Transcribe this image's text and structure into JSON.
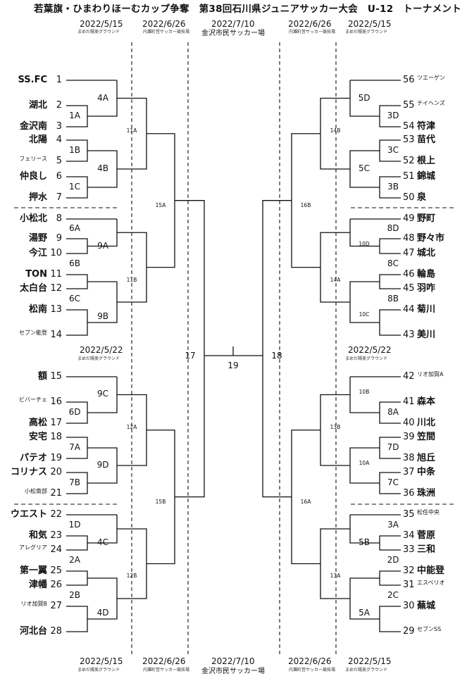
{
  "title": "若葉旗・ひまわりほーむカップ争奪　第38回石川県ジュニアサッカー大会　U-12　トーナメント",
  "header": {
    "top": [
      {
        "date": "2022/5/15",
        "venue": "まめだ陽美グラウンド"
      },
      {
        "date": "2022/6/26",
        "venue": "内灘町営サッカー競技場"
      },
      {
        "date": "2022/7/10",
        "venue": "金沢市民サッカー場"
      },
      {
        "date": "2022/6/26",
        "venue": "内灘町営サッカー競技場"
      },
      {
        "date": "2022/5/15",
        "venue": "まめだ陽美グラウンド"
      }
    ],
    "mid": [
      {
        "date": "2022/5/22",
        "venue": "まめだ陽美グラウンド"
      },
      {
        "date": "2022/5/22",
        "venue": "まめだ陽美グラウンド"
      }
    ],
    "bottom": [
      {
        "date": "2022/5/15",
        "venue": "まめだ陽美グラウンド"
      },
      {
        "date": "2022/6/26",
        "venue": "内灘町営サッカー競技場"
      },
      {
        "date": "2022/7/10",
        "venue": "金沢市民サッカー場"
      },
      {
        "date": "2022/6/26",
        "venue": "内灘町営サッカー競技場"
      },
      {
        "date": "2022/5/15",
        "venue": "まめだ陽美グラウンド"
      }
    ]
  },
  "left_teams": [
    {
      "num": "1",
      "name": "SS.FC"
    },
    {
      "num": "2",
      "name": "湖北"
    },
    {
      "num": "3",
      "name": "金沢南"
    },
    {
      "num": "4",
      "name": "北陽"
    },
    {
      "num": "5",
      "name": "フェリース"
    },
    {
      "num": "6",
      "name": "仲良し"
    },
    {
      "num": "7",
      "name": "押水"
    },
    {
      "num": "8",
      "name": "小松北"
    },
    {
      "num": "9",
      "name": "湯野"
    },
    {
      "num": "10",
      "name": "今江"
    },
    {
      "num": "11",
      "name": "TON"
    },
    {
      "num": "12",
      "name": "太白台"
    },
    {
      "num": "13",
      "name": "松南"
    },
    {
      "num": "14",
      "name": "セブン能登"
    },
    {
      "num": "15",
      "name": "額"
    },
    {
      "num": "16",
      "name": "ビバーチェ"
    },
    {
      "num": "17",
      "name": "高松"
    },
    {
      "num": "18",
      "name": "安宅"
    },
    {
      "num": "19",
      "name": "パテオ"
    },
    {
      "num": "20",
      "name": "コリナス"
    },
    {
      "num": "21",
      "name": "小松南部"
    },
    {
      "num": "22",
      "name": "ウエスト"
    },
    {
      "num": "23",
      "name": "和気"
    },
    {
      "num": "24",
      "name": "アレグリア"
    },
    {
      "num": "25",
      "name": "第一翼"
    },
    {
      "num": "26",
      "name": "津幡"
    },
    {
      "num": "27",
      "name": "リオ加賀B"
    },
    {
      "num": "28",
      "name": "河北台"
    }
  ],
  "right_teams": [
    {
      "num": "56",
      "name": "ツエーゲン"
    },
    {
      "num": "55",
      "name": "テイヘンズ"
    },
    {
      "num": "54",
      "name": "符津"
    },
    {
      "num": "53",
      "name": "苗代"
    },
    {
      "num": "52",
      "name": "根上"
    },
    {
      "num": "51",
      "name": "錦城"
    },
    {
      "num": "50",
      "name": "泉"
    },
    {
      "num": "49",
      "name": "野町"
    },
    {
      "num": "48",
      "name": "野々市"
    },
    {
      "num": "47",
      "name": "城北"
    },
    {
      "num": "46",
      "name": "輪島"
    },
    {
      "num": "45",
      "name": "羽咋"
    },
    {
      "num": "44",
      "name": "菊川"
    },
    {
      "num": "43",
      "name": "美川"
    },
    {
      "num": "42",
      "name": "リオ加賀A"
    },
    {
      "num": "41",
      "name": "森本"
    },
    {
      "num": "40",
      "name": "川北"
    },
    {
      "num": "39",
      "name": "笠間"
    },
    {
      "num": "38",
      "name": "旭丘"
    },
    {
      "num": "37",
      "name": "中条"
    },
    {
      "num": "36",
      "name": "珠洲"
    },
    {
      "num": "35",
      "name": "松任中央"
    },
    {
      "num": "34",
      "name": "菅原"
    },
    {
      "num": "33",
      "name": "三和"
    },
    {
      "num": "32",
      "name": "中能登"
    },
    {
      "num": "31",
      "name": "エスペリオ"
    },
    {
      "num": "30",
      "name": "蕪城"
    },
    {
      "num": "29",
      "name": "セブンSS"
    }
  ],
  "matches": {
    "1A": "1A",
    "1B": "1B",
    "1C": "1C",
    "4A": "4A",
    "4B": "4B",
    "6A": "6A",
    "6B": "6B",
    "6C": "6C",
    "9A": "9A",
    "9B": "9B",
    "6D": "6D",
    "7A": "7A",
    "7B": "7B",
    "9C": "9C",
    "9D": "9D",
    "1D": "1D",
    "2A": "2A",
    "2B": "2B",
    "4C": "4C",
    "4D": "4D",
    "11A": "11A",
    "11B": "11B",
    "12A": "12A",
    "12B": "12B",
    "15A": "15A",
    "15B": "15B",
    "17": "17",
    "5D": "5D",
    "3D": "3D",
    "3C": "3C",
    "3B": "3B",
    "5C": "5C",
    "8D": "8D",
    "8C": "8C",
    "8B": "8B",
    "10D": "10D",
    "10C": "10C",
    "10B": "10B",
    "8A": "8A",
    "7D": "7D",
    "7C": "7C",
    "10A": "10A",
    "3A": "3A",
    "5B": "5B",
    "2D": "2D",
    "2C": "2C",
    "5A": "5A",
    "14B": "14B",
    "14A": "14A",
    "13B": "13B",
    "13A": "13A",
    "16B": "16B",
    "16A": "16A",
    "18": "18",
    "19": "19"
  }
}
